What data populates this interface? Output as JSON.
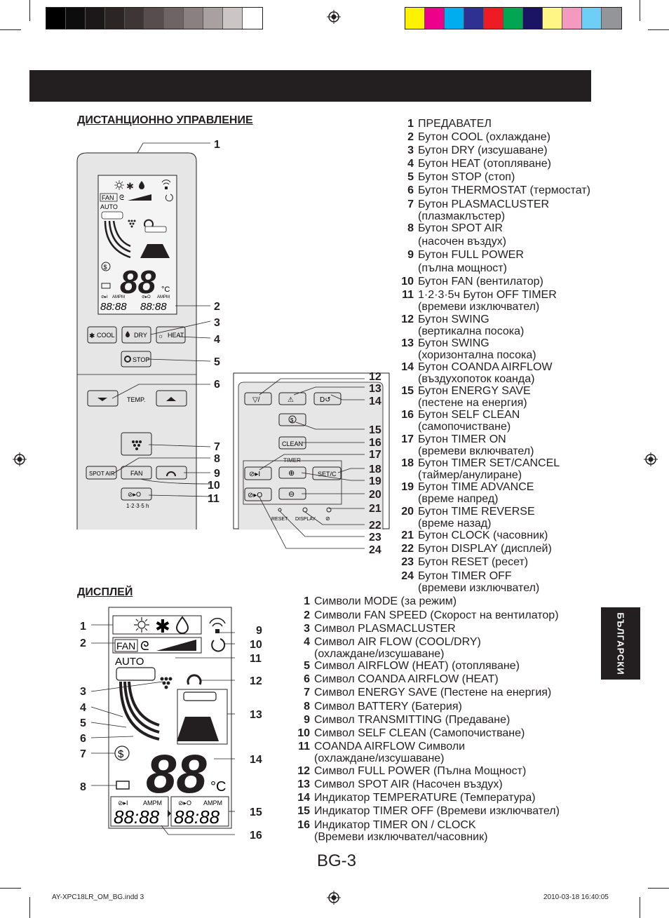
{
  "color_swatches_left": [
    "#000000",
    "#0d0d0d",
    "#1c1718",
    "#2b2526",
    "#3d3536",
    "#574d4e",
    "#6e6465",
    "#8a8081",
    "#a9a0a1",
    "#cbc5c6",
    "#ffffff"
  ],
  "color_swatches_right": [
    "#fff200",
    "#ec008c",
    "#00aeef",
    "#2e3192",
    "#ed1c24",
    "#00a651",
    "#1b1464",
    "#fff685",
    "#f49ac1",
    "#6dcff6",
    "#939598"
  ],
  "remote_section_title": "ДИСТАНЦИОННО УПРАВЛЕНИЕ",
  "display_section_title": "ДИСПЛЕЙ",
  "remote_legend": [
    {
      "num": "1",
      "lines": [
        "ПРЕДАВАТЕЛ"
      ]
    },
    {
      "num": "2",
      "lines": [
        "Бутон COOL (охлаждане)"
      ]
    },
    {
      "num": "3",
      "lines": [
        "Бутон DRY (изсушаване)"
      ]
    },
    {
      "num": "4",
      "lines": [
        "Бутон HEAT (отопляване)"
      ]
    },
    {
      "num": "5",
      "lines": [
        "Бутон STOP (стоп)"
      ]
    },
    {
      "num": "6",
      "lines": [
        "Бутон THERMOSTAT (термостат)"
      ]
    },
    {
      "num": "7",
      "lines": [
        "Бутон PLASMACLUSTER",
        "(плазмаклъстер)"
      ]
    },
    {
      "num": "8",
      "lines": [
        "Бутон SPOT AIR",
        "(насочен въздух)"
      ]
    },
    {
      "num": "9",
      "lines": [
        "Бутон FULL POWER",
        "(пълна мощност)"
      ]
    },
    {
      "num": "10",
      "lines": [
        "Бутон FAN (вентилатор)"
      ]
    },
    {
      "num": "11",
      "lines": [
        "1·2·3·5ч Бутон OFF TIMER",
        "(времеви изключвател)"
      ]
    },
    {
      "num": "12",
      "lines": [
        "Бутон SWING",
        "(вертикална посока)"
      ]
    },
    {
      "num": "13",
      "lines": [
        "Бутон SWING",
        "(хоризонтална посока)"
      ]
    },
    {
      "num": "14",
      "lines": [
        "Бутон COANDA AIRFLOW",
        "(въздухопоток коанда)"
      ]
    },
    {
      "num": "15",
      "lines": [
        "Бутон ENERGY SAVE",
        "(пестене на енергия)"
      ]
    },
    {
      "num": "16",
      "lines": [
        "Бутон SELF CLEAN",
        "(самопочистване)"
      ]
    },
    {
      "num": "17",
      "lines": [
        "Бутон TIMER ON",
        "(времеви включвател)"
      ]
    },
    {
      "num": "18",
      "lines": [
        "Бутон TIMER SET/CANCEL",
        "(таймер/анулиране)"
      ]
    },
    {
      "num": "19",
      "lines": [
        "Бутон TIME ADVANCE",
        "(време напред)"
      ]
    },
    {
      "num": "20",
      "lines": [
        "Бутон TIME REVERSE",
        "(време назад)"
      ]
    },
    {
      "num": "21",
      "lines": [
        "Бутон CLOCK (часовник)"
      ]
    },
    {
      "num": "22",
      "lines": [
        "Бутон DISPLAY (дисплей)"
      ]
    },
    {
      "num": "23",
      "lines": [
        "Бутон RESET (ресет)"
      ]
    },
    {
      "num": "24",
      "lines": [
        "Бутон TIMER OFF",
        "(времеви изключвател)"
      ]
    }
  ],
  "display_legend": [
    {
      "num": "1",
      "lines": [
        "Символи MODE (за режим)"
      ]
    },
    {
      "num": "2",
      "lines": [
        "Символи FAN SPEED (Скорост на вентилатор)"
      ]
    },
    {
      "num": "3",
      "lines": [
        "Символ PLASMACLUSTER"
      ]
    },
    {
      "num": "4",
      "lines": [
        "Символ AIR FLOW (COOL/DRY)",
        "(охлаждане/изсушаване)"
      ]
    },
    {
      "num": "5",
      "lines": [
        "Символ AIRFLOW (HEAT) (отопляване)"
      ]
    },
    {
      "num": "6",
      "lines": [
        "Символ COANDA AIRFLOW (HEAT)"
      ]
    },
    {
      "num": "7",
      "lines": [
        "Символ ENERGY SAVE (Пестене на енергия)"
      ]
    },
    {
      "num": "8",
      "lines": [
        "Символ BATTERY (Батерия)"
      ]
    },
    {
      "num": "9",
      "lines": [
        "Символ TRANSMITTING (Предаване)"
      ]
    },
    {
      "num": "10",
      "lines": [
        "Символ SELF CLEAN (Самопочистване)"
      ]
    },
    {
      "num": "11",
      "lines": [
        "COANDA AIRFLOW Символи",
        "(охлаждане/изсушаване)"
      ]
    },
    {
      "num": "12",
      "lines": [
        "Символ FULL POWER (Пълна Мощност)"
      ]
    },
    {
      "num": "13",
      "lines": [
        "Символ SPOT AIR (Насочен въздух)"
      ]
    },
    {
      "num": "14",
      "lines": [
        "Индикатор TEMPERATURE (Температура)"
      ]
    },
    {
      "num": "15",
      "lines": [
        "Индикатор TIMER OFF (Времеви изключвател)"
      ]
    },
    {
      "num": "16",
      "lines": [
        "Индикатор TIMER ON / CLOCK",
        "(Времеви изключвател/часовник)"
      ]
    }
  ],
  "remote": {
    "cool": "COOL",
    "dry": "DRY",
    "heat": "HEAT",
    "stop": "STOP",
    "temp": "TEMP.",
    "spot_air": "SPOT AIR",
    "fan": "FAN",
    "timer_hours": "1·2·3·5 h",
    "lcd_fan": "FAN",
    "lcd_auto": "AUTO",
    "lcd_digits": "88",
    "lcd_unit": "°C",
    "lcd_ampm": "AMPM",
    "lcd_time": "88:88",
    "clean": "CLEAN",
    "timer": "TIMER",
    "setc": "SET/C",
    "reset": "RESET",
    "display": "DISPLAY",
    "callouts_left": [
      "1",
      "2",
      "3",
      "4",
      "5",
      "6",
      "7",
      "8",
      "9",
      "10",
      "11"
    ],
    "callouts_right": [
      "12",
      "13",
      "14",
      "15",
      "16",
      "17",
      "18",
      "19",
      "20",
      "21",
      "22",
      "23",
      "24"
    ]
  },
  "display_diagram": {
    "fan": "FAN",
    "auto": "AUTO",
    "digits": "88",
    "unit": "°C",
    "ampm": "AMPM",
    "time": "88:88",
    "callouts_left": [
      "1",
      "2",
      "3",
      "4",
      "5",
      "6",
      "7",
      "8"
    ],
    "callouts_right": [
      "9",
      "10",
      "11",
      "12",
      "13",
      "14",
      "15",
      "16"
    ]
  },
  "side_tab": "БЪЛГАРСКИ",
  "page_number": "BG-3",
  "footer_left": "AY-XPC18LR_OM_BG.indd   3",
  "footer_right": "2010-03-18   16:40:05"
}
